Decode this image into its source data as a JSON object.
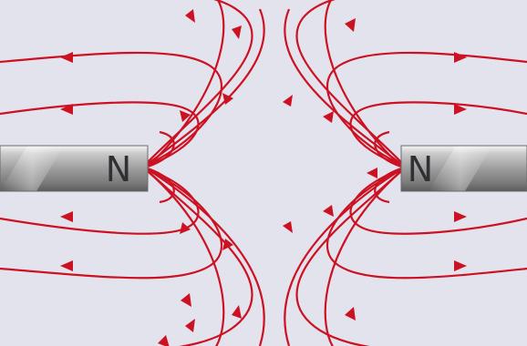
{
  "diagram": {
    "background_color": "#e3e3ee",
    "field_line_color": "#cc1222",
    "magnets": [
      {
        "side": "left",
        "pole_label": "N"
      },
      {
        "side": "right",
        "pole_label": "N"
      }
    ]
  }
}
